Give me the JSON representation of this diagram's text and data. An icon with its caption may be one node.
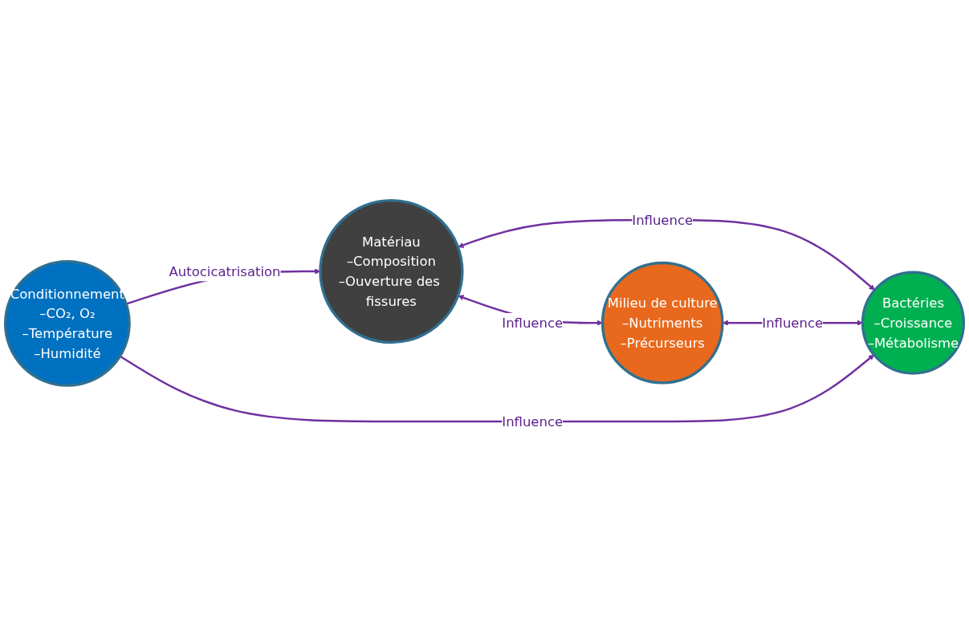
{
  "diagram": {
    "nodes": [
      {
        "text": [
          "Matériau",
          "–Composition",
          "–Ouverture des fissures"
        ]
      },
      {
        "text": [
          "Milieu de culture",
          "–Nutriments",
          "–Précurseurs"
        ]
      },
      {
        "text": [
          "Conditionnement",
          "–CO₂, O₂",
          "–Température",
          "–Humidité"
        ]
      },
      {
        "text": [
          "Bactéries",
          "–Croissance",
          "–Métabolisme"
        ]
      }
    ],
    "edges": [
      {
        "from": 0,
        "to": 1,
        "arrow": "both",
        "label": "Influence"
      },
      {
        "from": 0,
        "to": 3,
        "arrow": "both",
        "label": "Influence"
      },
      {
        "from": 1,
        "to": 3,
        "arrow": "both",
        "label": "Influence"
      },
      {
        "from": 2,
        "to": 0,
        "arrow": "to",
        "label": "Autocicatrisation"
      },
      {
        "from": 2,
        "to": 3,
        "arrow": "to",
        "label": "Influence"
      }
    ]
  }
}
